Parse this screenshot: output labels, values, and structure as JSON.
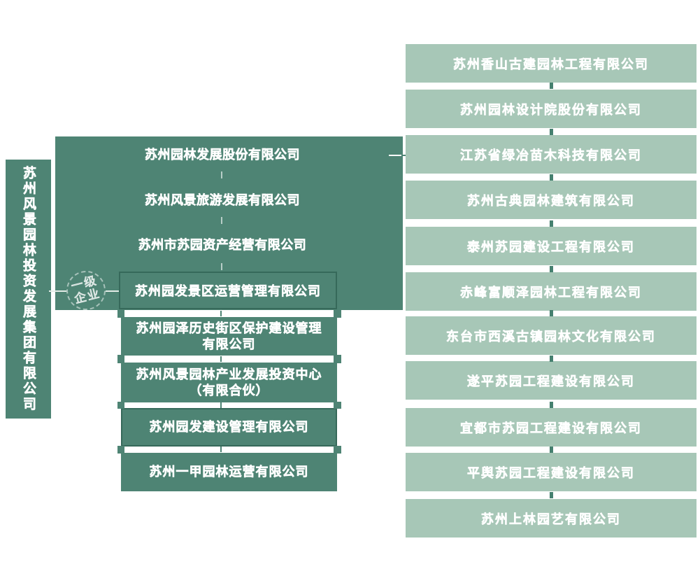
{
  "colors": {
    "primary_dark": "#4E8474",
    "primary_light": "#A7C7B7",
    "highlight_border": "#36695A"
  },
  "parent_company": {
    "name": "苏州风景园林投资发展集团有限公司"
  },
  "stamp_watermark": {
    "line1": "一级",
    "line2": "企业"
  },
  "direct_subsidiaries": {
    "rows": [
      "苏州园林发展股份有限公司",
      "苏州风景旅游发展有限公司",
      "苏州市苏园资产经营有限公司",
      "苏州园发景区运营管理有限公司",
      "苏州园泽历史街区保护建设管理\n有限公司",
      "苏州风景园林产业发展投资中心\n（有限合伙）",
      "苏州园发建设管理有限公司",
      "苏州一甲园林运营有限公司"
    ]
  },
  "sub_subsidiaries": {
    "companies": [
      "苏州香山古建园林工程有限公司",
      "苏州园林设计院股份有限公司",
      "江苏省绿冶苗木科技有限公司",
      "苏州古典园林建筑有限公司",
      "泰州苏园建设工程有限公司",
      "赤峰富顺泽园林工程有限公司",
      "东台市西溪古镇园林文化有限公司",
      "遂平苏园工程建设有限公司",
      "宜都市苏园工程建设有限公司",
      "平舆苏园工程建设有限公司",
      "苏州上林园艺有限公司"
    ]
  }
}
